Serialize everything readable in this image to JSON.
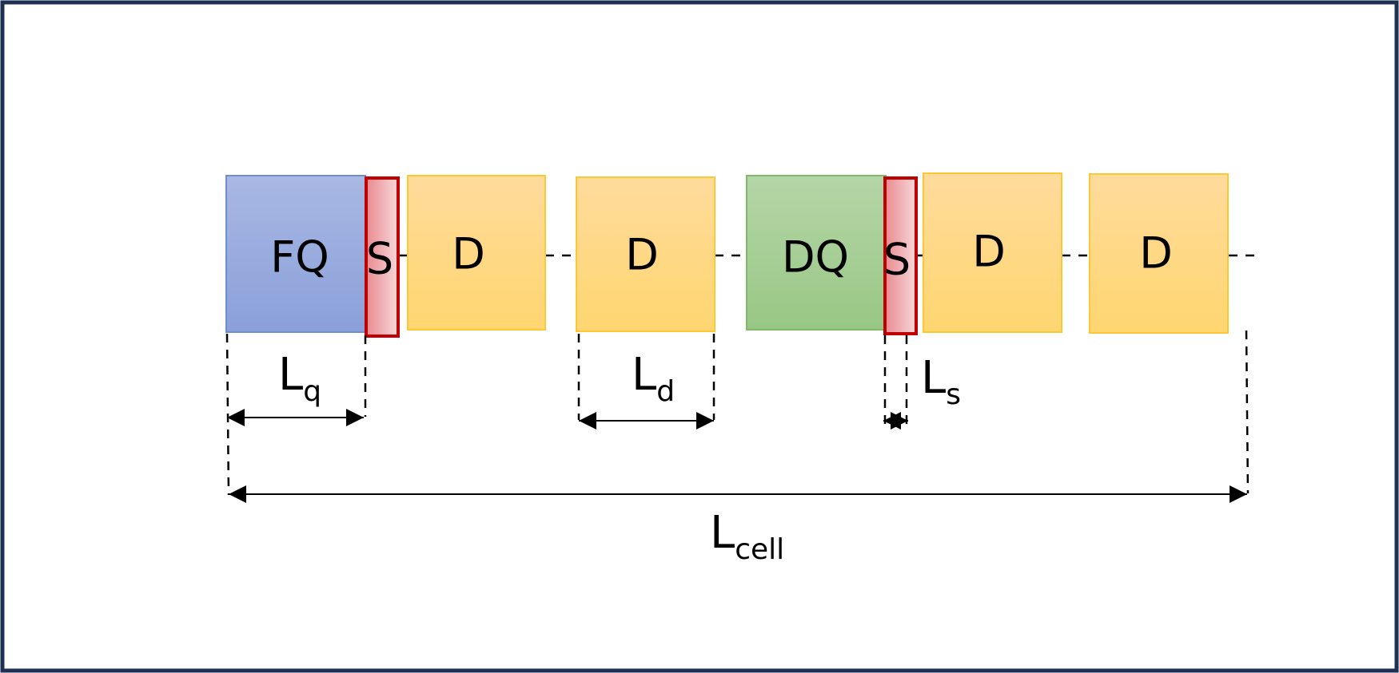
{
  "colors": {
    "frame": "#1f3153",
    "fq_top": "#a9b8e3",
    "fq_bottom": "#8aa0da",
    "fq_stroke": "#6f8dcf",
    "dq_top": "#b5d6a8",
    "dq_bottom": "#98c784",
    "dq_stroke": "#82b86b",
    "d_top": "#ffdb9c",
    "d_bottom": "#ffd670",
    "d_stroke": "#ffc732",
    "s_fill_left": "#e98a8f",
    "s_fill_right": "#f6d8da",
    "s_stroke": "#c00000"
  },
  "blocks": {
    "fq": "FQ",
    "s1": "S",
    "d1": "D",
    "d2": "D",
    "dq": "DQ",
    "s2": "S",
    "d3": "D",
    "d4": "D"
  },
  "dimensions": {
    "lq": {
      "main": "L",
      "sub": "q"
    },
    "ld": {
      "main": "L",
      "sub": "d"
    },
    "ls": {
      "main": "L",
      "sub": "s"
    },
    "lcell": {
      "main": "L",
      "sub": "cell"
    }
  }
}
